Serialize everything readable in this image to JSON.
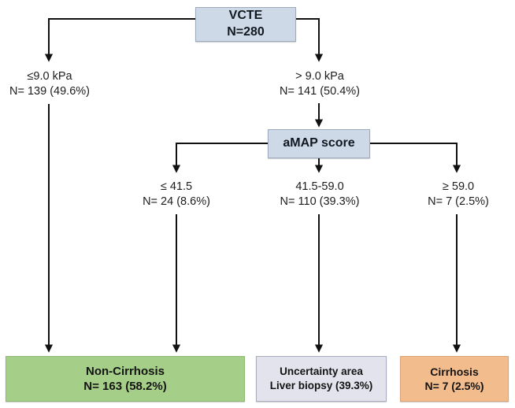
{
  "diagram": {
    "title": "VCTE and aMAP score cirrhosis stratification flowchart",
    "colors": {
      "decision_fill": "#CED9E8",
      "non_cirrhosis_fill": "#A5CE88",
      "uncertainty_fill": "#E2E3EC",
      "cirrhosis_fill": "#F3BC8C",
      "connector": "#111111",
      "background": "#FFFFFF"
    },
    "nodes": {
      "vcte": {
        "line1": "VCTE",
        "line2": "N=280"
      },
      "amap": {
        "line1": "aMAP score"
      },
      "non_cirrhosis": {
        "line1": "Non-Cirrhosis",
        "line2": "N= 163 (58.2%)"
      },
      "uncertainty": {
        "line1": "Uncertainty area",
        "line2": "Liver biopsy (39.3%)"
      },
      "cirrhosis": {
        "line1": "Cirrhosis",
        "line2": "N= 7 (2.5%)"
      }
    },
    "edge_labels": {
      "vcte_low": {
        "criterion": "≤9.0 kPa",
        "count": "N= 139 (49.6%)"
      },
      "vcte_high": {
        "criterion": "> 9.0 kPa",
        "count": "N= 141 (50.4%)"
      },
      "amap_low": {
        "criterion": "≤ 41.5",
        "count": "N= 24 (8.6%)"
      },
      "amap_mid": {
        "criterion": "41.5-59.0",
        "count": "N= 110 (39.3%)"
      },
      "amap_high": {
        "criterion": "≥ 59.0",
        "count": "N= 7 (2.5%)"
      }
    }
  }
}
